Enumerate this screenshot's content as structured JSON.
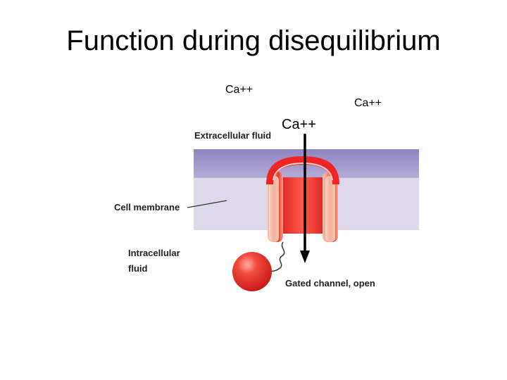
{
  "title": "Function during disequilibrium",
  "ions": {
    "top_left": "Ca++",
    "top_right": "Ca++",
    "arrow": "Ca++"
  },
  "labels": {
    "extracellular": "Extracellular fluid",
    "cell_membrane": "Cell membrane",
    "intracellular_line1": "Intracellular",
    "intracellular_line2": "fluid",
    "gated_channel": "Gated channel, open"
  },
  "colors": {
    "membrane_outer": "#9d93c8",
    "membrane_inner": "#ddd8ea",
    "channel_red": "#ee2a2a",
    "channel_light": "#f5b5a0",
    "gate_ball": "#f03a3a"
  }
}
